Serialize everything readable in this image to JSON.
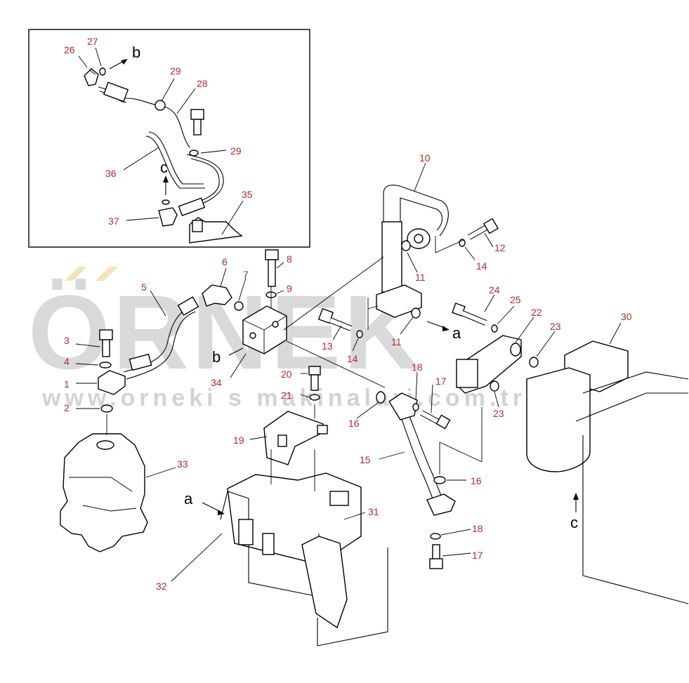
{
  "watermark": {
    "brand": "ÖRNEK",
    "url": "www.orneki s makinalari.com.tr",
    "colors": {
      "text": "#d9d9dc",
      "accent": "#f5e2b8"
    }
  },
  "colors": {
    "callout": "#b02a2a",
    "lines": "#000000",
    "background": "#ffffff"
  },
  "callouts": {
    "n1": "1",
    "n2": "2",
    "n3": "3",
    "n4": "4",
    "n5": "5",
    "n6": "6",
    "n7": "7",
    "n8": "8",
    "n9": "9",
    "n10": "10",
    "n11a": "11",
    "n11b": "11",
    "n12": "12",
    "n13": "13",
    "n14a": "14",
    "n14b": "14",
    "n15": "15",
    "n16a": "16",
    "n16b": "16",
    "n17a": "17",
    "n17b": "17",
    "n18a": "18",
    "n18b": "18",
    "n19": "19",
    "n20": "20",
    "n21": "21",
    "n22": "22",
    "n23a": "23",
    "n23b": "23",
    "n24": "24",
    "n25": "25",
    "n26": "26",
    "n27": "27",
    "n28": "28",
    "n29a": "29",
    "n29b": "29",
    "n30": "30",
    "n31": "31",
    "n32": "32",
    "n33": "33",
    "n34": "34",
    "n35": "35",
    "n36": "36",
    "n37": "37"
  },
  "references": {
    "a1": "a",
    "a2": "a",
    "b1": "b",
    "b2": "b",
    "c1": "c",
    "c2": "c"
  }
}
